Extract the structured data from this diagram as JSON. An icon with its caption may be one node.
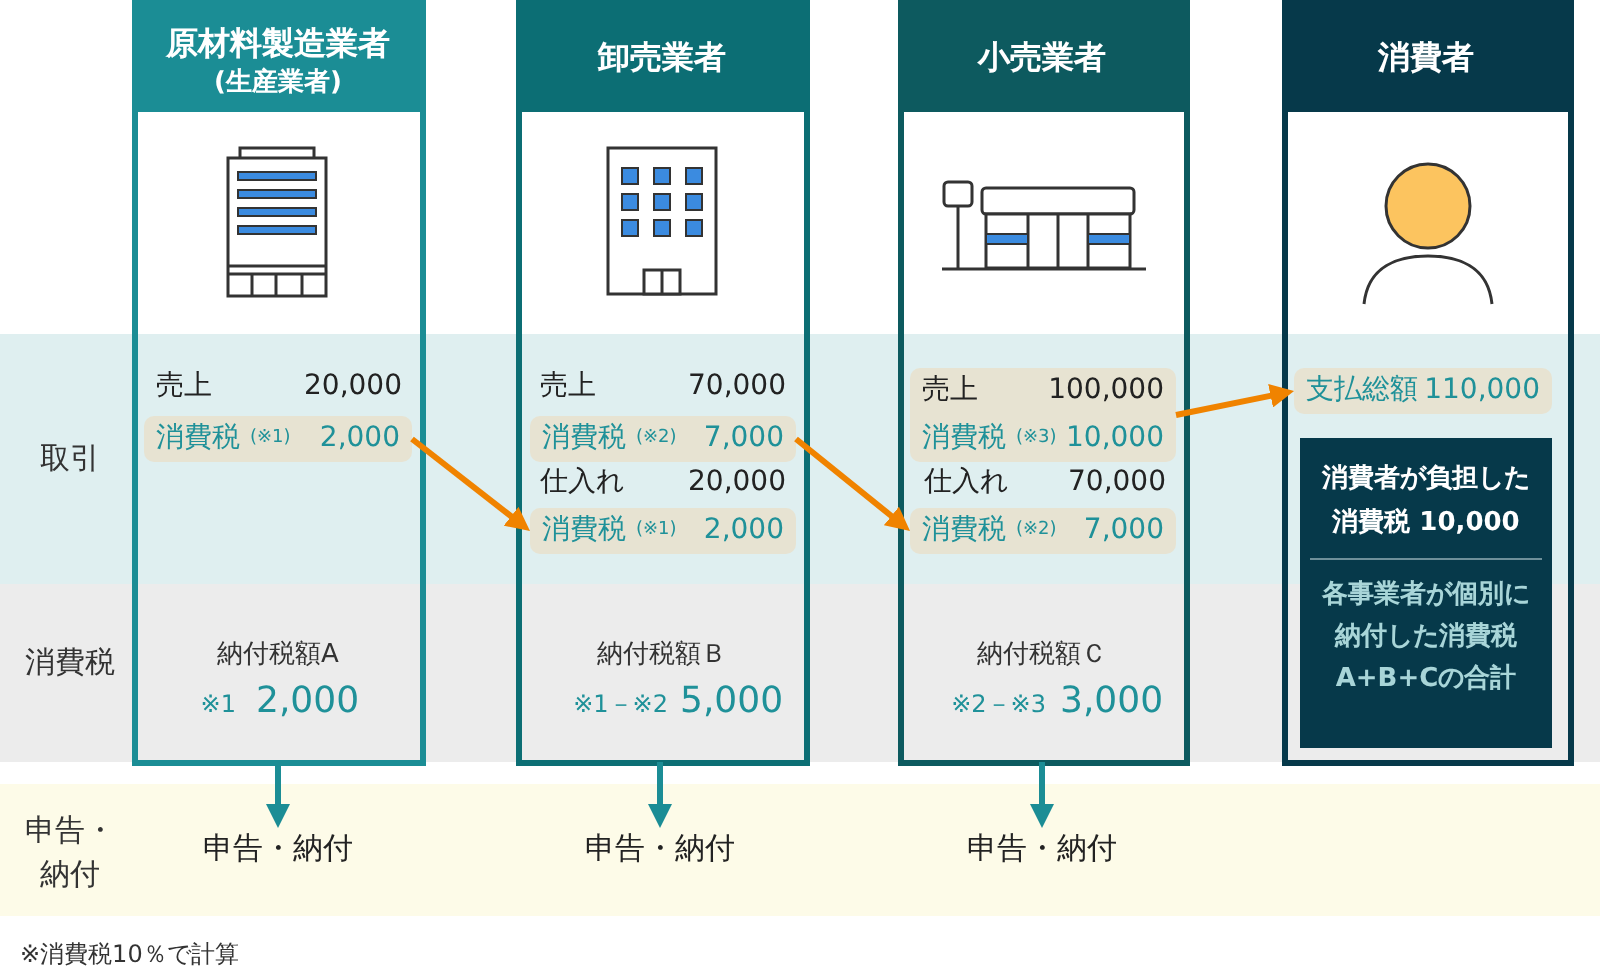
{
  "diagram": {
    "nodes": [
      {
        "text": [
          "原材料製造業者",
          "(生産業者)",
          "売上",
          "20,000",
          "納付税額A",
          "※1",
          "2,000"
        ]
      },
      {
        "text": [
          "卸売業者",
          "売上",
          "70,000",
          "仕入れ",
          "20,000",
          "納付税額Ｂ",
          "※1－※2",
          "5,000"
        ]
      },
      {
        "text": [
          "小売業者",
          "仕入れ",
          "70,000",
          "納付税額Ｃ",
          "※2－※3",
          "3,000"
        ]
      },
      {
        "text": [
          "消費者"
        ]
      },
      {
        "text": [
          "取引"
        ]
      },
      {
        "text": [
          "消費税",
          "(※1)",
          "2,000"
        ],
        "in": 0
      },
      {
        "text": [
          "消費税",
          "(※2)",
          "7,000"
        ],
        "in": 1
      },
      {
        "text": [
          "消費税",
          "(※1)",
          "2,000"
        ],
        "in": 1
      },
      {
        "text": [
          "売上",
          "100,000",
          "消費税",
          "(※3)",
          "10,000"
        ],
        "in": 2
      },
      {
        "text": [
          "消費税",
          "(※2)",
          "7,000"
        ],
        "in": 2
      },
      {
        "text": [
          "支払総額",
          "110,000"
        ],
        "in": 3
      },
      {
        "text": [
          "消費者が負担した消費税 10,000",
          "各事業者が個別に納付した消費税 A+B+Cの合計"
        ],
        "in": 3
      },
      {
        "text": [
          "消費税"
        ]
      },
      {
        "text": [
          "申告・納付"
        ]
      },
      {
        "text": [
          "申告・納付"
        ],
        "in": 13
      },
      {
        "text": [
          "申告・納付"
        ],
        "in": 13
      },
      {
        "text": [
          "申告・納付"
        ],
        "in": 13
      }
    ],
    "edges": [
      {
        "from": 5,
        "to": 7,
        "arrow": "to",
        "color": "#f08300"
      },
      {
        "from": 6,
        "to": 9,
        "arrow": "to",
        "color": "#f08300"
      },
      {
        "from": 8,
        "to": 10,
        "arrow": "to",
        "color": "#f08300"
      },
      {
        "from": 0,
        "to": 14,
        "arrow": "to",
        "color": "#1b8d95"
      },
      {
        "from": 1,
        "to": 15,
        "arrow": "to",
        "color": "#1b8d95"
      },
      {
        "from": 2,
        "to": 16,
        "arrow": "to",
        "color": "#1b8d95"
      }
    ],
    "labels": [
      "※消費税10％で計算"
    ]
  }
}
